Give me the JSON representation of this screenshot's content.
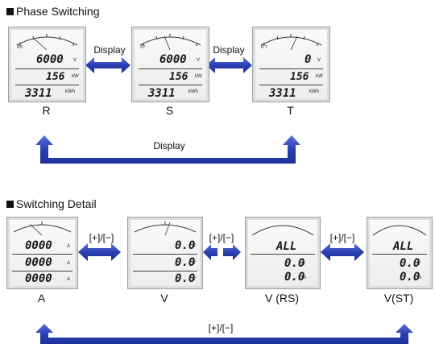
{
  "sections": {
    "phase_title": "Phase Switching",
    "detail_title": "Switching Detail"
  },
  "phase": {
    "meters": [
      {
        "label": "R",
        "phase_tag": "RS",
        "line1": "6000",
        "line1_unit": "V",
        "line2": "156",
        "line2_unit": "kW",
        "line3": "3311",
        "line3_unit": "kWh"
      },
      {
        "label": "S",
        "phase_tag": "ST",
        "line1": "6000",
        "line1_unit": "V",
        "line2": "156",
        "line2_unit": "kW",
        "line3": "3311",
        "line3_unit": "kWh"
      },
      {
        "label": "T",
        "phase_tag": "R T",
        "line1": "0",
        "line1_unit": "V",
        "line2": "156",
        "line2_unit": "kW",
        "line3": "3311",
        "line3_unit": "kWh"
      }
    ],
    "arrow_label_1": "Display",
    "arrow_label_2": "Display",
    "loop_label": "Display"
  },
  "detail": {
    "meters": [
      {
        "label": "A",
        "rows": [
          "0000",
          "0000",
          "0000"
        ],
        "row_unit": "A"
      },
      {
        "label": "V",
        "rows": [
          "0.0",
          "0.0",
          "0.0"
        ],
        "row_unit": "V"
      },
      {
        "label": "V (RS)",
        "top": "ALL",
        "rows": [
          "0.0",
          "0.0"
        ],
        "units": [
          "V",
          "%"
        ]
      },
      {
        "label": "V(ST)",
        "top": "ALL",
        "rows": [
          "0.0",
          "0.0"
        ],
        "units": [
          "V",
          "%"
        ]
      }
    ],
    "arrow_label_1": "[+]/[−]",
    "arrow_label_2": "[+]/[−]",
    "arrow_label_3": "[+]/[−]",
    "loop_label": "[+]/[−]"
  },
  "colors": {
    "arrow": "#1d2f9a",
    "arrow_light": "#5a6fe0"
  }
}
